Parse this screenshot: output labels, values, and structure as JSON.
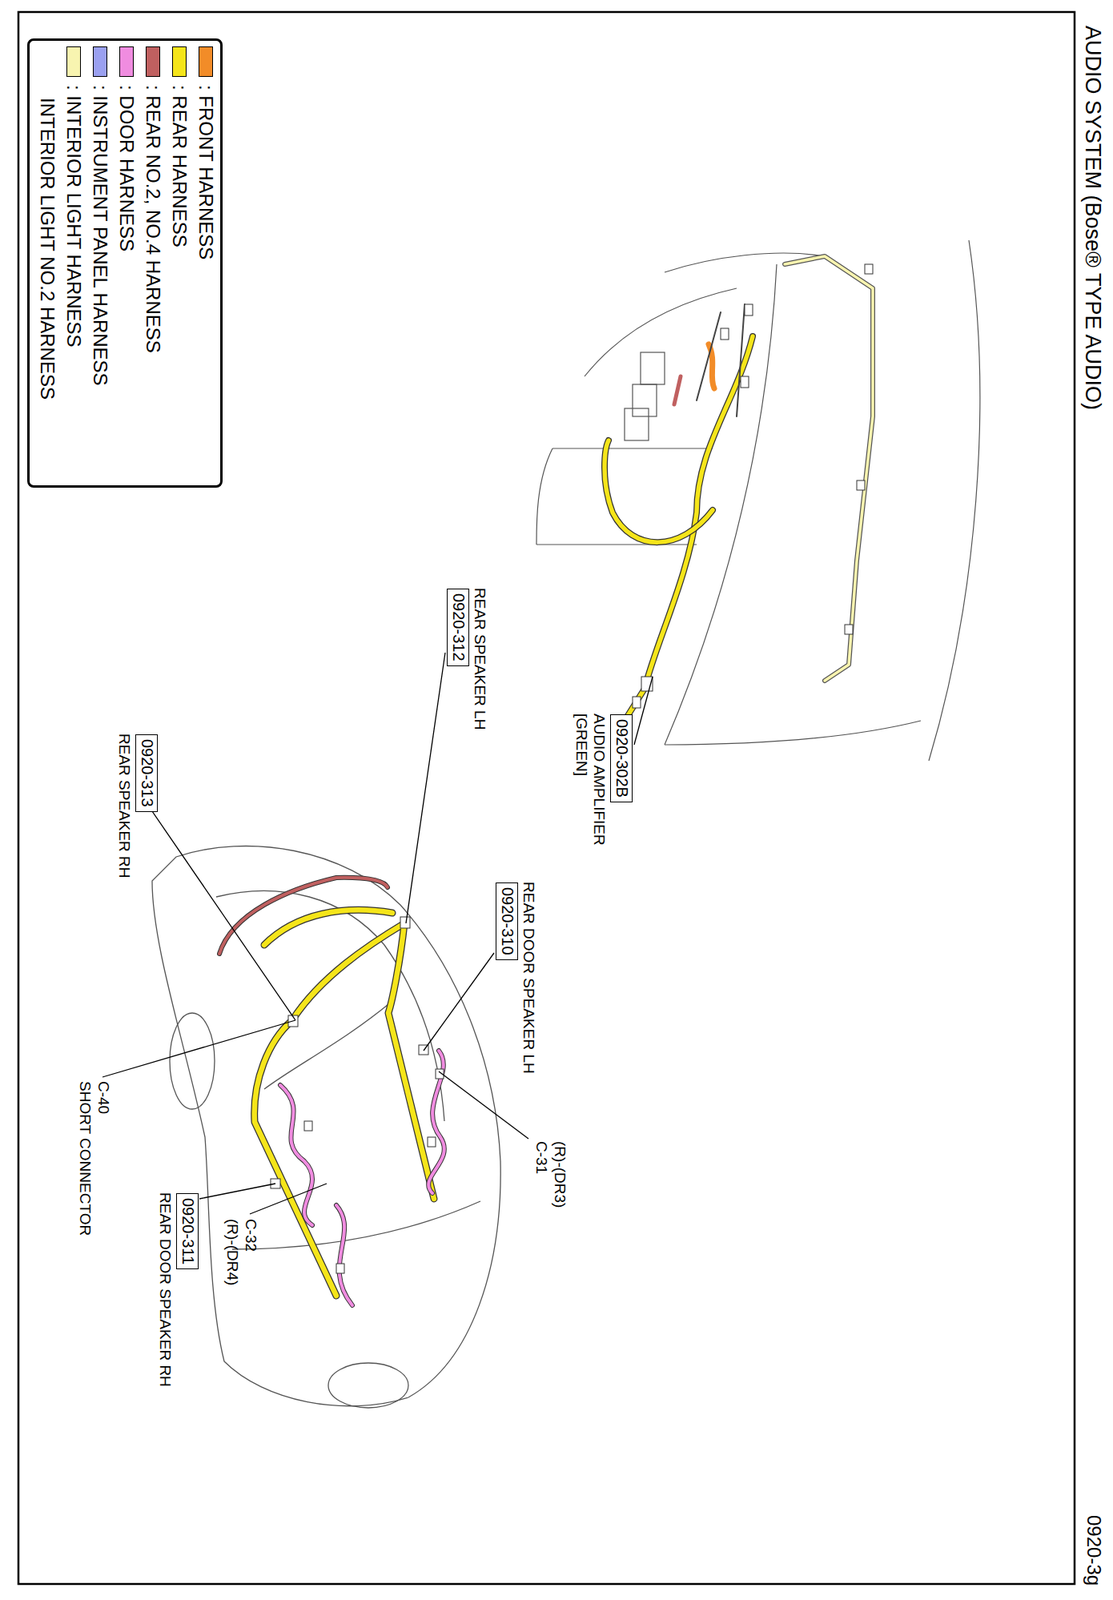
{
  "diagram": {
    "title": "AUDIO SYSTEM (Bose® TYPE AUDIO)",
    "nodes": [
      {
        "text": [
          "0920-302B",
          "AUDIO AMPLIFIER [GREEN]"
        ]
      },
      {
        "text": [
          "0920-312",
          "REAR SPEAKER LH"
        ]
      },
      {
        "text": [
          "0920-313",
          "REAR SPEAKER RH"
        ]
      },
      {
        "text": [
          "0920-310",
          "REAR DOOR SPEAKER LH"
        ]
      },
      {
        "text": [
          "0920-311",
          "REAR DOOR SPEAKER RH"
        ]
      }
    ],
    "labels": [
      "0920-3g",
      "(R)-(DR3)",
      "C-31",
      "C-40",
      "SHORT CONNECTOR",
      "C-32",
      "(R)-(DR4)"
    ],
    "legend": [
      {
        "text": ": FRONT HARNESS",
        "color": "#f28c28"
      },
      {
        "text": ": REAR HARNESS",
        "color": "#f5e51a"
      },
      {
        "text": ": REAR NO.2, NO.4 HARNESS",
        "color": "#c06060"
      },
      {
        "text": ": DOOR HARNESS",
        "color": "#f08ce0"
      },
      {
        "text": ": INSTRUMENT PANEL HARNESS",
        "color": "#9aa0f0"
      },
      {
        "text": ": INTERIOR LIGHT HARNESS",
        "color": "#f8f4b0"
      },
      {
        "text": "INTERIOR LIGHT NO.2 HARNESS"
      }
    ]
  }
}
